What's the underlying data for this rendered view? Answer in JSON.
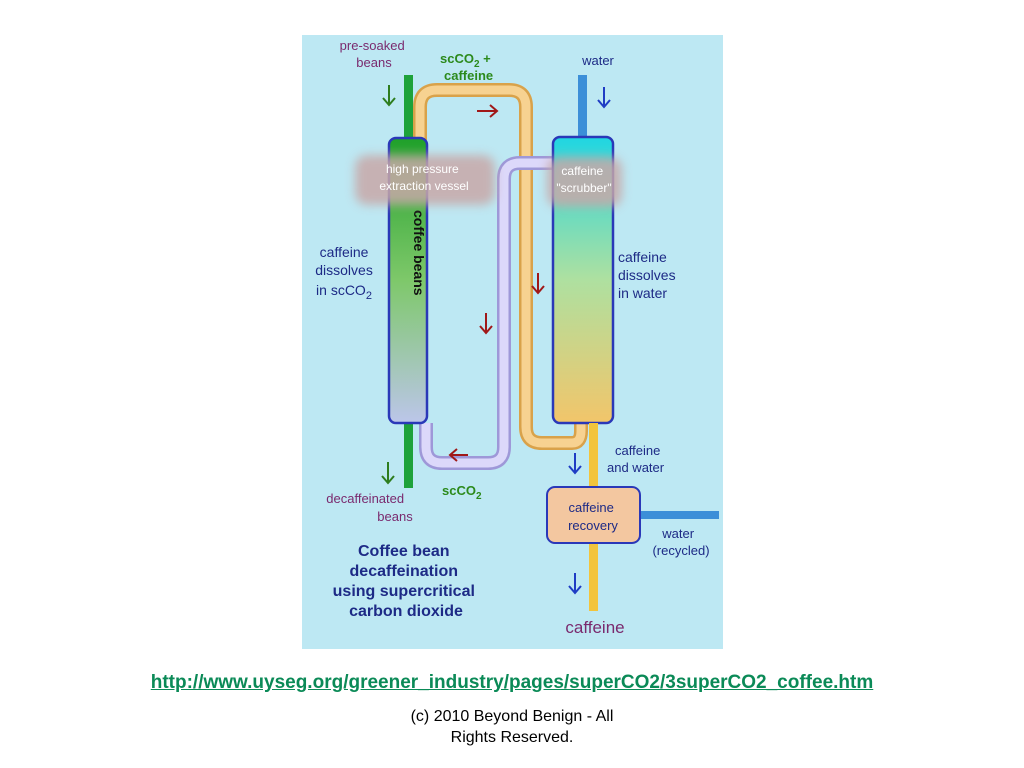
{
  "diagram": {
    "title_lines": [
      "Coffee bean",
      "decaffeination",
      "using supercritical",
      "carbon dioxide"
    ],
    "labels": {
      "presoaked": [
        "pre-soaked",
        "beans"
      ],
      "sco2_caffeine": [
        "scCO",
        "2",
        " +",
        "caffeine"
      ],
      "water_in": "water",
      "vessel": [
        "high pressure",
        "extraction vessel"
      ],
      "scrubber": [
        "caffeine",
        "\"scrubber\""
      ],
      "coffee_beans": "coffee beans",
      "dissolves_sco2": [
        "caffeine",
        "dissolves",
        "in scCO",
        "2"
      ],
      "dissolves_water": [
        "caffeine",
        "dissolves",
        "in water"
      ],
      "caffeine_and_water": [
        "caffeine",
        "and water"
      ],
      "recovery": [
        "caffeine",
        "recovery"
      ],
      "water_recycled": [
        "water",
        "(recycled)"
      ],
      "decaf": [
        "decaffeinated",
        "beans"
      ],
      "sco2_return": [
        "scCO",
        "2"
      ],
      "caffeine_out": "caffeine"
    },
    "colors": {
      "background": "#bde8f3",
      "label_purple": "#7a2a6e",
      "label_green": "#2c8a1c",
      "label_navy": "#1d2a86",
      "arrow_red": "#a01818",
      "arrow_green": "#2e7d1e",
      "arrow_blue": "#1f3cc4",
      "pipe_orange": "#f5c97a",
      "pipe_lavender": "#c8c4f2"
    }
  },
  "footer": {
    "url": "http://www.uyseg.org/greener_industry/pages/superCO2/3superCO2_coffee.htm",
    "copyright_lines": [
      "(c) 2010 Beyond Benign - All",
      "Rights Reserved."
    ]
  }
}
